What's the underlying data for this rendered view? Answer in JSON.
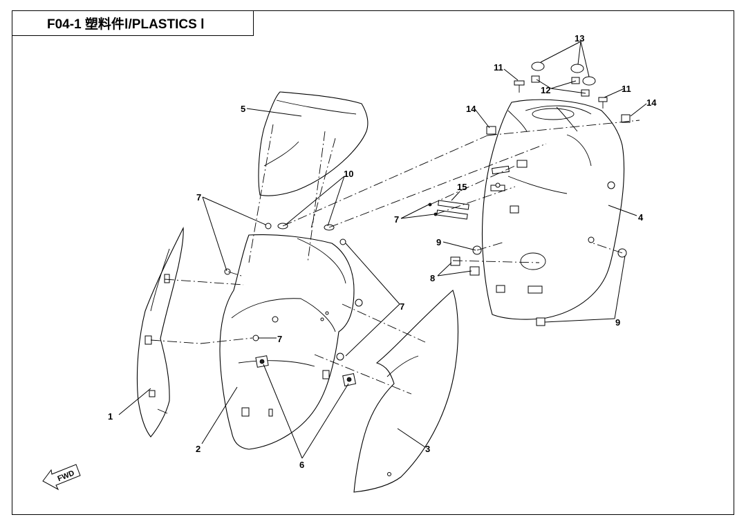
{
  "title": "F04-1  塑料件Ⅰ/PLASTICS Ⅰ",
  "fwd_label": "FWD",
  "callouts": {
    "p1": "1",
    "p2": "2",
    "p3": "3",
    "p4": "4",
    "p5": "5",
    "p6": "6",
    "p7a": "7",
    "p7b": "7",
    "p7c": "7",
    "p7d": "7",
    "p8": "8",
    "p9a": "9",
    "p9b": "9",
    "p10": "10",
    "p11a": "11",
    "p11b": "11",
    "p12": "12",
    "p13": "13",
    "p14a": "14",
    "p14b": "14",
    "p15": "15"
  }
}
